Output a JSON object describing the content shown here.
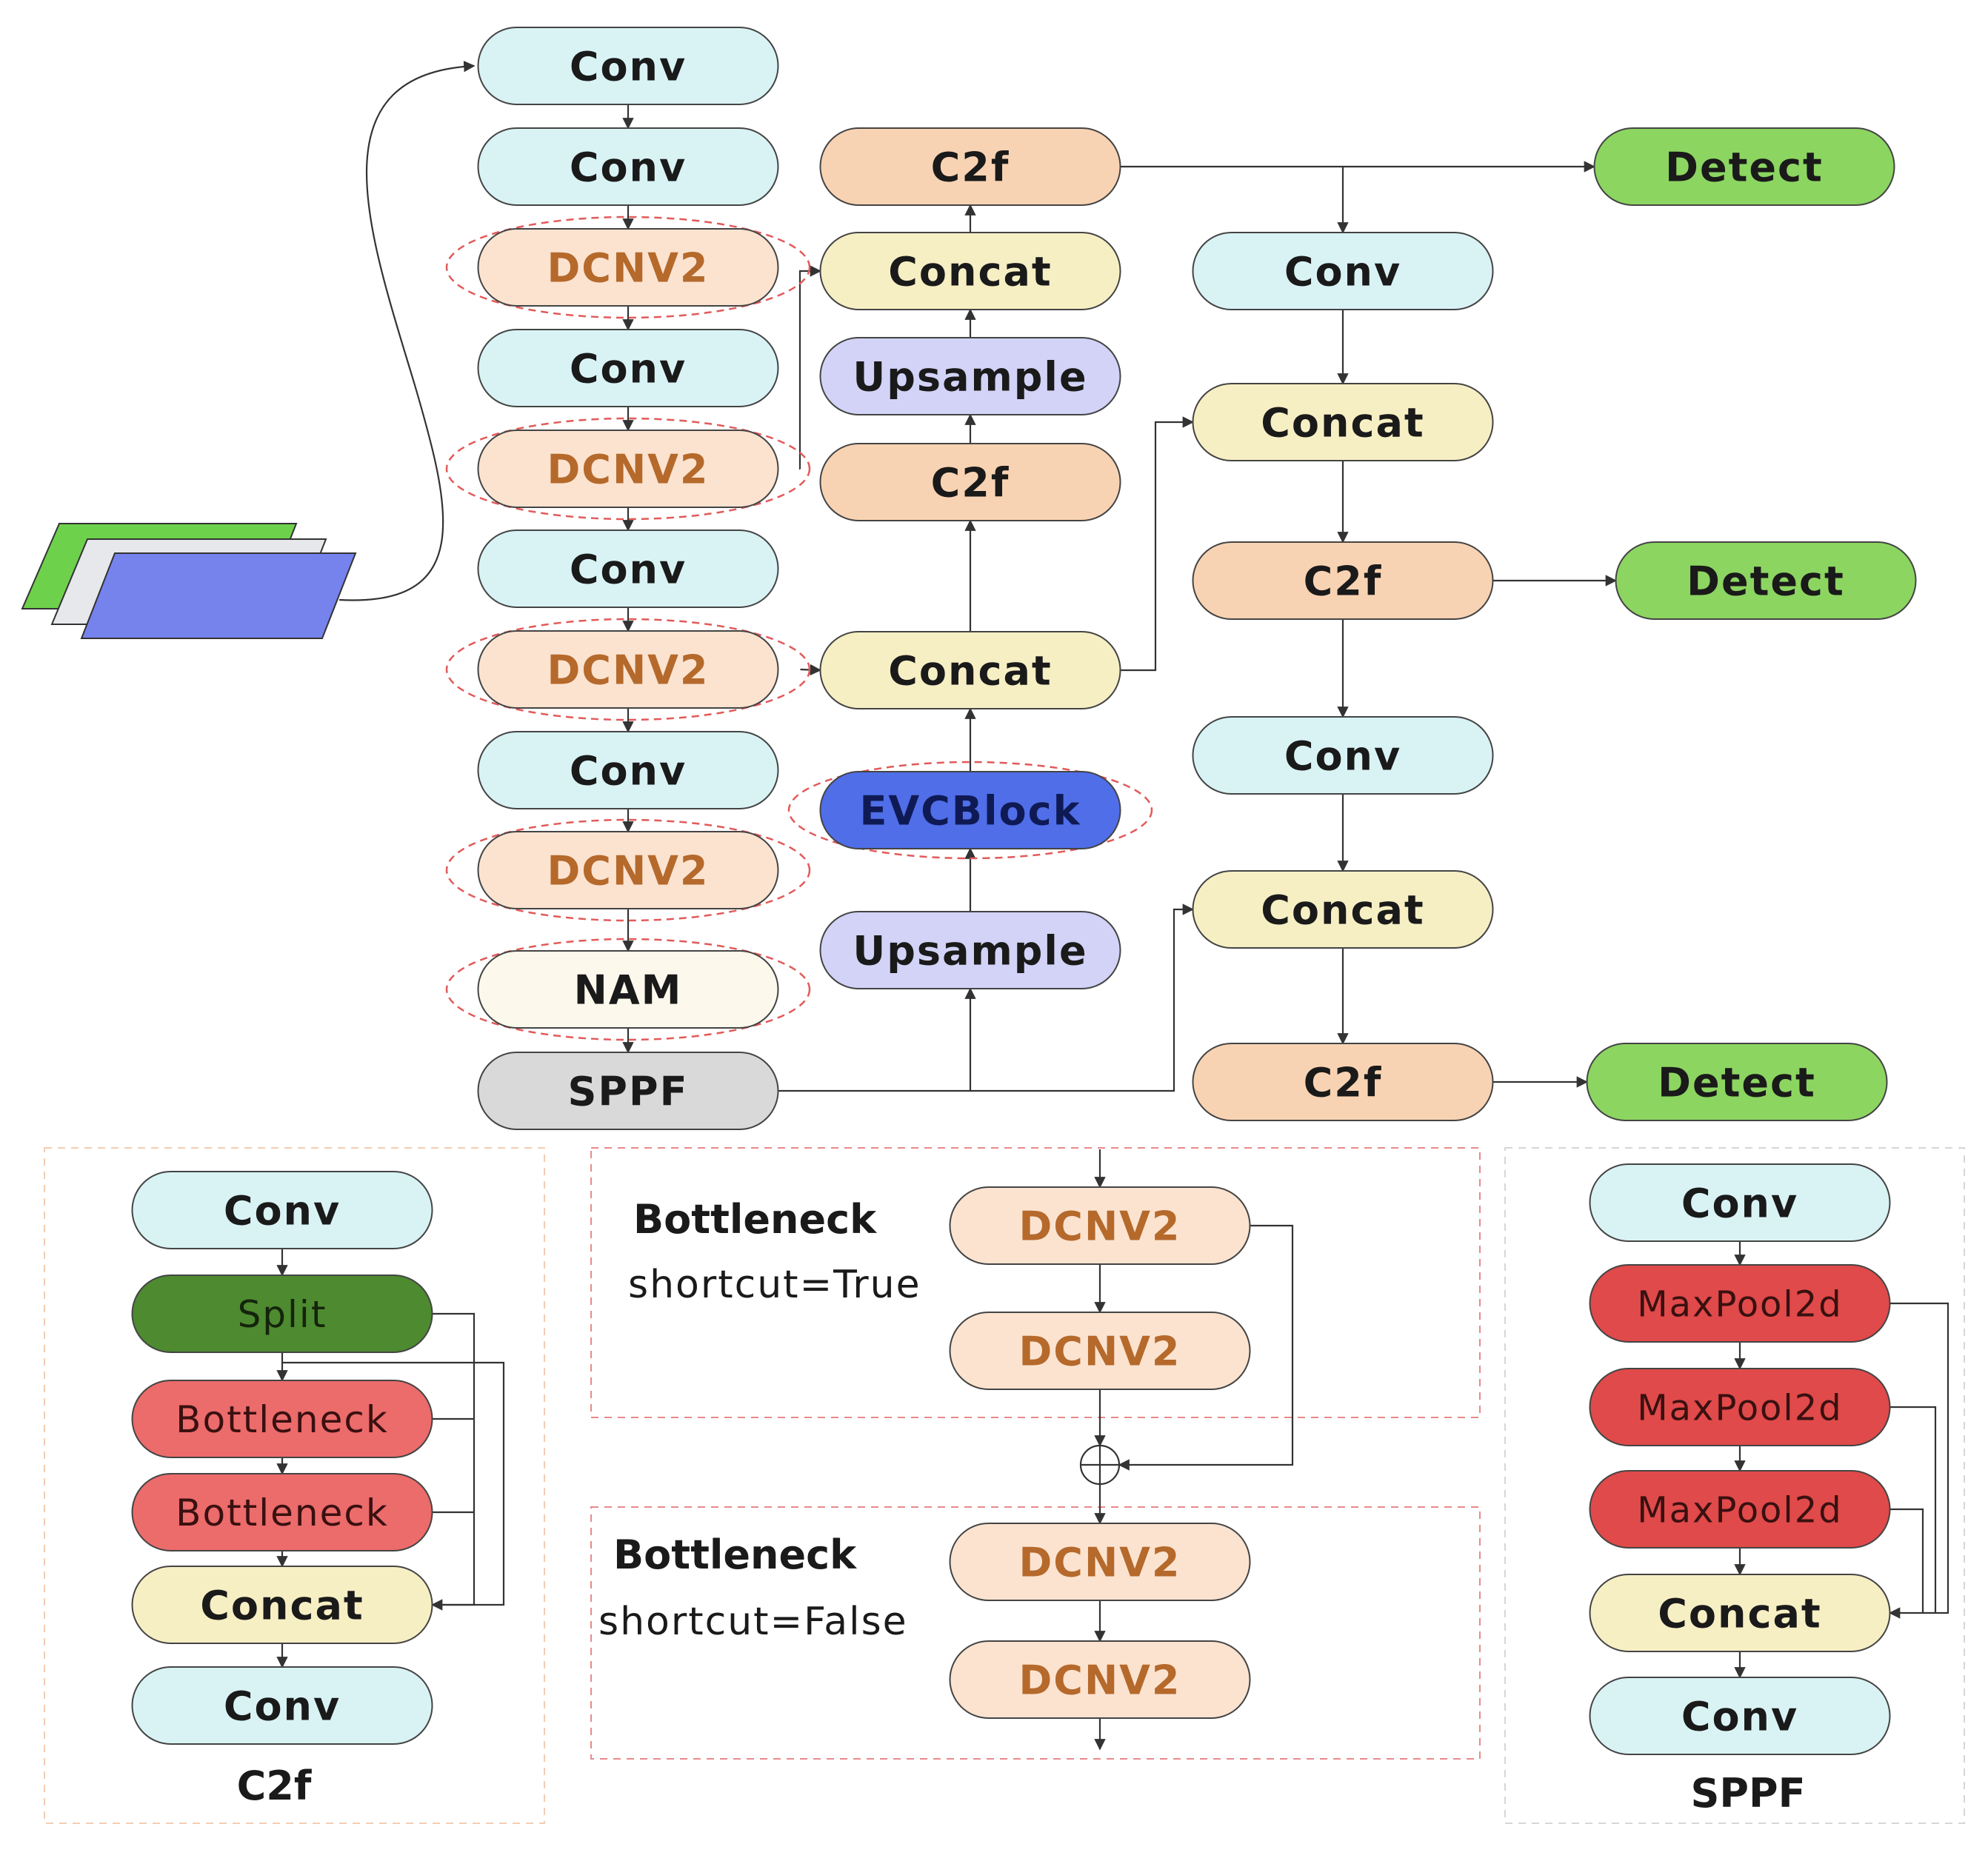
{
  "backbone": [
    {
      "label": "Conv",
      "kind": "conv",
      "highlight": false
    },
    {
      "label": "Conv",
      "kind": "conv",
      "highlight": false
    },
    {
      "label": "DCNV2",
      "kind": "dcn",
      "highlight": true
    },
    {
      "label": "Conv",
      "kind": "conv",
      "highlight": false
    },
    {
      "label": "DCNV2",
      "kind": "dcn",
      "highlight": true
    },
    {
      "label": "Conv",
      "kind": "conv",
      "highlight": false
    },
    {
      "label": "DCNV2",
      "kind": "dcn",
      "highlight": true
    },
    {
      "label": "Conv",
      "kind": "conv",
      "highlight": false
    },
    {
      "label": "DCNV2",
      "kind": "dcn",
      "highlight": true
    },
    {
      "label": "NAM",
      "kind": "nam",
      "highlight": true
    },
    {
      "label": "SPPF",
      "kind": "sppf",
      "highlight": false
    }
  ],
  "neck_up": [
    {
      "label": "C2f",
      "kind": "c2f",
      "highlight": false
    },
    {
      "label": "Concat",
      "kind": "concat",
      "highlight": false
    },
    {
      "label": "Upsample",
      "kind": "upsample",
      "highlight": false
    },
    {
      "label": "C2f",
      "kind": "c2f",
      "highlight": false
    },
    {
      "label": "Concat",
      "kind": "concat",
      "highlight": false
    },
    {
      "label": "EVCBlock",
      "kind": "evc",
      "highlight": true
    },
    {
      "label": "Upsample",
      "kind": "upsample",
      "highlight": false
    }
  ],
  "neck_down": [
    {
      "label": "Conv",
      "kind": "conv"
    },
    {
      "label": "Concat",
      "kind": "concat"
    },
    {
      "label": "C2f",
      "kind": "c2f"
    },
    {
      "label": "Conv",
      "kind": "conv"
    },
    {
      "label": "Concat",
      "kind": "concat"
    },
    {
      "label": "C2f",
      "kind": "c2f"
    }
  ],
  "heads": [
    "Detect",
    "Detect",
    "Detect"
  ],
  "c2f_module": {
    "caption": "C2f",
    "blocks": [
      {
        "label": "Conv",
        "kind": "conv"
      },
      {
        "label": "Split",
        "kind": "split"
      },
      {
        "label": "Bottleneck",
        "kind": "bottleneck"
      },
      {
        "label": "Bottleneck",
        "kind": "bottleneck"
      },
      {
        "label": "Concat",
        "kind": "concat"
      },
      {
        "label": "Conv",
        "kind": "conv"
      }
    ]
  },
  "bottleneck_module": {
    "true_title": "Bottleneck",
    "true_subtitle": "shortcut=True",
    "false_title": "Bottleneck",
    "false_subtitle": "shortcut=False",
    "true_blocks": [
      "DCNV2",
      "DCNV2"
    ],
    "false_blocks": [
      "DCNV2",
      "DCNV2"
    ]
  },
  "sppf_module": {
    "caption": "SPPF",
    "blocks": [
      {
        "label": "Conv",
        "kind": "conv"
      },
      {
        "label": "MaxPool2d",
        "kind": "maxpool"
      },
      {
        "label": "MaxPool2d",
        "kind": "maxpool"
      },
      {
        "label": "MaxPool2d",
        "kind": "maxpool"
      },
      {
        "label": "Concat",
        "kind": "concat"
      },
      {
        "label": "Conv",
        "kind": "conv"
      }
    ]
  },
  "colors": {
    "conv": "#d9f3f5",
    "dcn": "#fbe3d0",
    "nam": "#fcf9ec",
    "sppf": "#d9d9d9",
    "c2f": "#f8d3b3",
    "concat": "#f7efc4",
    "upsample": "#d2d3f7",
    "evc": "#4f6ee8",
    "detect": "#8cd561",
    "split": "#4e8a30",
    "bottleneck": "#ec6b6b",
    "maxpool": "#e04a4a",
    "dcn_text": "#b5692b",
    "edge": "#333333",
    "highlight_dash": "#e25a5a"
  }
}
